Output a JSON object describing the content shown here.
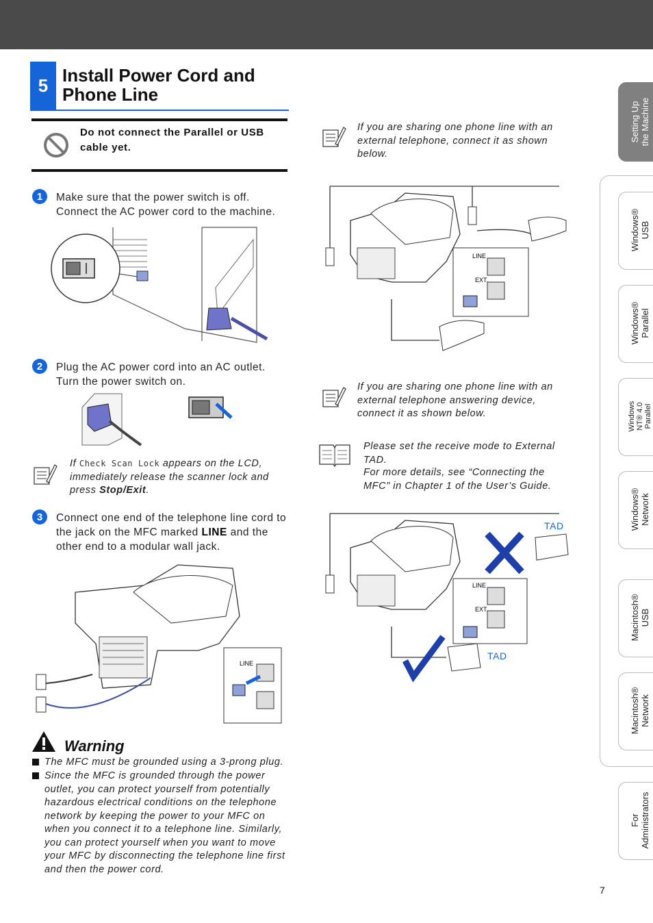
{
  "section": {
    "number": "5",
    "title": "Install Power Cord and Phone Line"
  },
  "caution": {
    "text": "Do not connect the Parallel or USB cable yet.",
    "icon": "prohibited-icon"
  },
  "steps": [
    {
      "number": "1",
      "text": "Make sure that the power switch is off. Connect the AC power cord to the machine."
    },
    {
      "number": "2",
      "text": "Plug the AC power cord into an AC outlet. Turn the power switch on."
    },
    {
      "number": "3",
      "text_before": "Connect one end of the telephone line cord to the jack on the MFC marked ",
      "bold": "LINE",
      "text_after": " and the other end to a modular wall jack."
    }
  ],
  "scan_lock_note": {
    "prefix": "If ",
    "lcd": "Check Scan Lock",
    "middle": " appears on the LCD, immediately release the scanner lock and press ",
    "bold": "Stop/Exit",
    "suffix": "."
  },
  "warning": {
    "title": "Warning",
    "items": [
      "The MFC must be grounded using a 3-prong plug.",
      "Since the MFC is grounded through the power outlet, you can protect yourself from potentially hazardous electrical conditions on the telephone network by keeping the power to your MFC on when you connect it to a telephone line. Similarly, you can protect yourself when you want to move your MFC by disconnecting the telephone line first and then the power cord."
    ]
  },
  "right_notes": {
    "external_telephone": "If you are sharing one phone line with an external telephone, connect it as shown below.",
    "answering_device": "If you are sharing one phone line with an external telephone answering device, connect it as shown below.",
    "receive_mode": "Please set the receive mode to External TAD.",
    "more_details": "For more details, see “Connecting the MFC” in Chapter 1 of the User’s Guide."
  },
  "diagram_labels": {
    "line": "LINE",
    "ext": "EXT.",
    "tad": "TAD"
  },
  "side_tabs": [
    {
      "line1": "Setting Up",
      "line2": "the Machine",
      "active": true
    },
    {
      "line1": "Windows®",
      "line2": "USB",
      "active": false
    },
    {
      "line1": "Windows®",
      "line2": "Parallel",
      "active": false
    },
    {
      "line1": "Windows",
      "line2": "NT® 4.0",
      "line3": "Parallel",
      "active": false
    },
    {
      "line1": "Windows®",
      "line2": "Network",
      "active": false
    },
    {
      "line1": "Macintosh®",
      "line2": "USB",
      "active": false
    },
    {
      "line1": "Macintosh®",
      "line2": "Network",
      "active": false
    },
    {
      "line1": "For",
      "line2": "Administrators",
      "active": false
    }
  ],
  "page_number": "7",
  "colors": {
    "accent": "#1565d8",
    "topbar": "#4a4a4a",
    "tab_active": "#808080"
  }
}
